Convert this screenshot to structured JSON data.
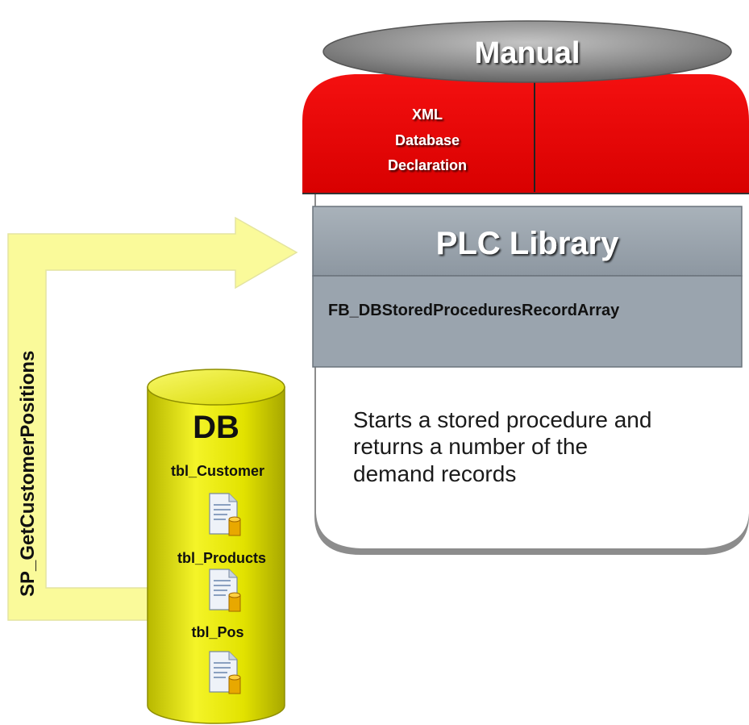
{
  "manual": {
    "title": "Manual"
  },
  "xml_panel": {
    "line1": "XML",
    "line2": "Database",
    "line3": "Declaration"
  },
  "plc": {
    "title": "PLC Library",
    "function_block": "FB_DBStoredProceduresRecordArray"
  },
  "description": {
    "line1": "Starts a stored procedure and",
    "line2": "returns a number of the",
    "line3": "demand records"
  },
  "arrow": {
    "label": "SP_GetCustomerPositions"
  },
  "database": {
    "title": "DB",
    "tables": [
      "tbl_Customer",
      "tbl_Products",
      "tbl_Pos"
    ]
  },
  "colors": {
    "red": "#e00000",
    "plc_gray": "#9aa4ae",
    "arrow_yellow": "#fafa9a",
    "db_yellow": "#e6e600"
  }
}
